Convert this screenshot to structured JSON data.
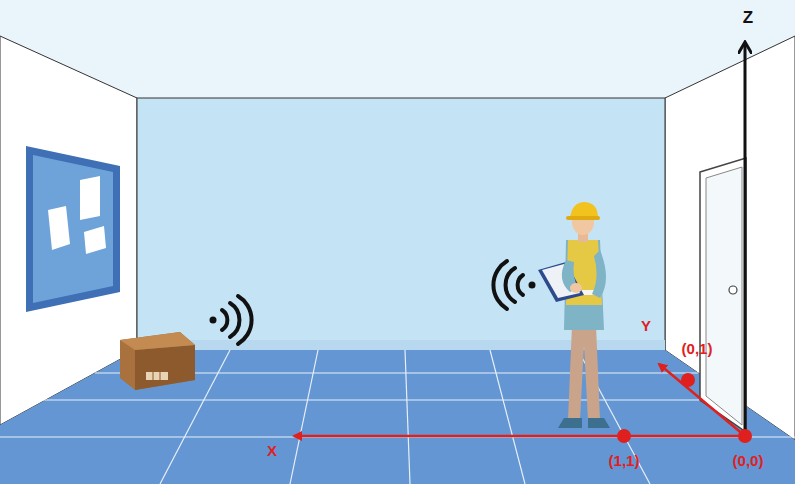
{
  "diagram": {
    "labels": [
      "Z",
      "Y",
      "(0,1)",
      "X",
      "(1,1)",
      "(0,0)"
    ]
  }
}
